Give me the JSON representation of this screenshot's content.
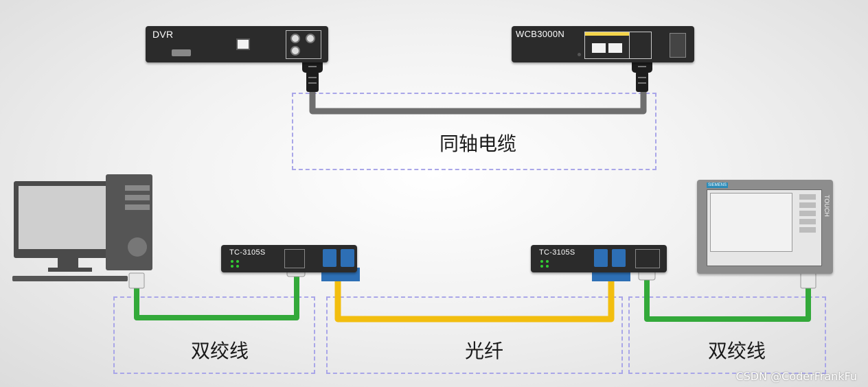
{
  "devices": {
    "dvr_label": "DVR",
    "wcb_label": "WCB3000N",
    "tc_left_label": "TC-3105S",
    "tc_right_label": "TC-3105S",
    "hmi_brand": "SIEMENS",
    "hmi_side": "TOUCH"
  },
  "labels": {
    "coax": "同轴电缆",
    "twisted_left": "双绞线",
    "fiber": "光纤",
    "twisted_right": "双绞线"
  },
  "watermark": "CSDN @CoderFrankFu",
  "colors": {
    "coax_cable": "#6e6e6e",
    "fiber_cable": "#f2be0f",
    "twisted_cable": "#33a93a",
    "dashed_box": "#a9a6e8"
  }
}
